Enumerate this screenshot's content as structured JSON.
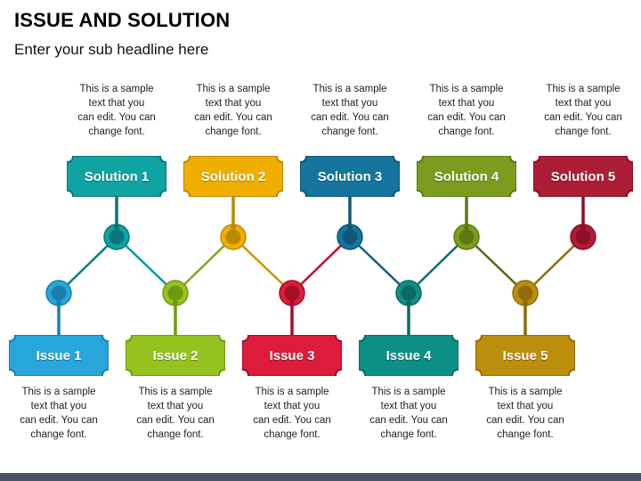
{
  "header": {
    "title": "ISSUE AND SOLUTION",
    "subtitle": "Enter your sub headline here"
  },
  "sample_text": "This is a sample\ntext that you\ncan edit. You can\nchange font.",
  "solutions": [
    {
      "label": "Solution 1",
      "color": "#0FA3A1",
      "dark": "#0A7578"
    },
    {
      "label": "Solution 2",
      "color": "#F0AF00",
      "dark": "#BB8900"
    },
    {
      "label": "Solution 3",
      "color": "#15759E",
      "dark": "#0F5876"
    },
    {
      "label": "Solution 4",
      "color": "#7D9C1F",
      "dark": "#5C7A10"
    },
    {
      "label": "Solution 5",
      "color": "#AC1E36",
      "dark": "#8E1024"
    }
  ],
  "issues": [
    {
      "label": "Issue 1",
      "color": "#27A6DA",
      "dark": "#1B7FAE"
    },
    {
      "label": "Issue 2",
      "color": "#96C21F",
      "dark": "#6F9A10"
    },
    {
      "label": "Issue 3",
      "color": "#DC1C3A",
      "dark": "#A50F28"
    },
    {
      "label": "Issue 4",
      "color": "#0E8F85",
      "dark": "#0A6B62"
    },
    {
      "label": "Issue 5",
      "color": "#BD8D0E",
      "dark": "#8F6C08"
    }
  ],
  "connectors": [
    {
      "from": "issue-1",
      "to": "solution-1",
      "color": "#0B7C80"
    },
    {
      "from": "solution-1",
      "to": "issue-2",
      "color": "#0099AC"
    },
    {
      "from": "issue-2",
      "to": "solution-2",
      "color": "#79AC1B"
    },
    {
      "from": "solution-2",
      "to": "issue-3",
      "color": "#C79500"
    },
    {
      "from": "issue-3",
      "to": "solution-3",
      "color": "#BE0D30"
    },
    {
      "from": "solution-3",
      "to": "issue-4",
      "color": "#135E80"
    },
    {
      "from": "issue-4",
      "to": "solution-4",
      "color": "#0B7067"
    },
    {
      "from": "solution-4",
      "to": "issue-5",
      "color": "#4F6B12"
    },
    {
      "from": "issue-5",
      "to": "solution-5",
      "color": "#8D7007"
    }
  ],
  "footer": {
    "bar_color": "#47536B"
  }
}
